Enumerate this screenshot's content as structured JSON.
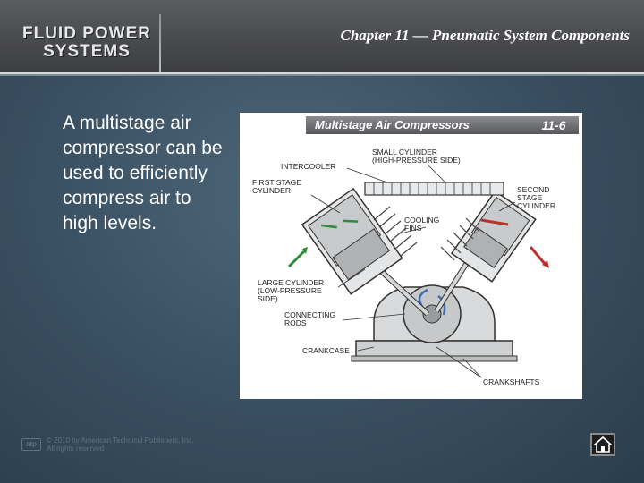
{
  "header": {
    "logo_line1": "FLUID POWER",
    "logo_line2": "SYSTEMS",
    "chapter_title": "Chapter 11 — Pneumatic System Components"
  },
  "body": {
    "text": " A multistage air compressor can be used to efficiently compress air to high levels."
  },
  "figure": {
    "title": "Multistage Air Compressors",
    "number": "11-6",
    "labels": {
      "intercooler": "INTERCOOLER",
      "small_cylinder": "SMALL CYLINDER\n(HIGH-PRESSURE SIDE)",
      "first_stage": "FIRST STAGE\nCYLINDER",
      "second_stage": "SECOND\nSTAGE\nCYLINDER",
      "cooling_fins": "COOLING\nFINS",
      "large_cylinder": "LARGE CYLINDER\n(LOW-PRESSURE\nSIDE)",
      "connecting_rods": "CONNECTING\nRODS",
      "crankcase": "CRANKCASE",
      "crankshafts": "CRANKSHAFTS"
    }
  },
  "footer": {
    "logo": "atp",
    "copyright_line1": "© 2010 by American Technical Publishers, Inc.",
    "copyright_line2": "All rights reserved"
  },
  "colors": {
    "background": "#3b5264",
    "header": "#4a4b4e",
    "flow_arrow_green": "#2f8a3a",
    "flow_arrow_red": "#b8322a",
    "flow_arrow_blue": "#3a6fb0"
  },
  "icons": {
    "home": "home-icon"
  }
}
